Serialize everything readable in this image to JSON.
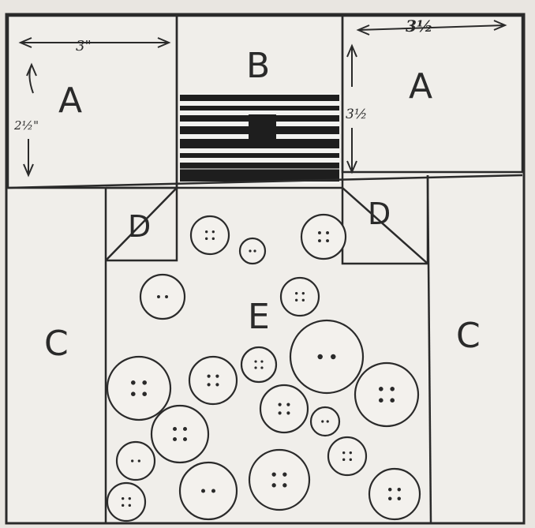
{
  "diagram": {
    "labels": {
      "piece_a_left": "A",
      "piece_a_right": "A",
      "piece_b": "B",
      "piece_c_left": "C",
      "piece_c_right": "C",
      "piece_d_left": "D",
      "piece_d_right": "D",
      "piece_e": "E"
    },
    "annotations": {
      "width_left": "3\"",
      "height_left": "2½\"",
      "width_right": "3½",
      "height_right": "3½"
    },
    "colors": {
      "paper": "#e9e6e1",
      "ink": "#2a2a2a",
      "stripe_dark": "#1e1e1e",
      "stripe_light": "#f2f2f0"
    },
    "icons": [
      "button-icon"
    ]
  }
}
